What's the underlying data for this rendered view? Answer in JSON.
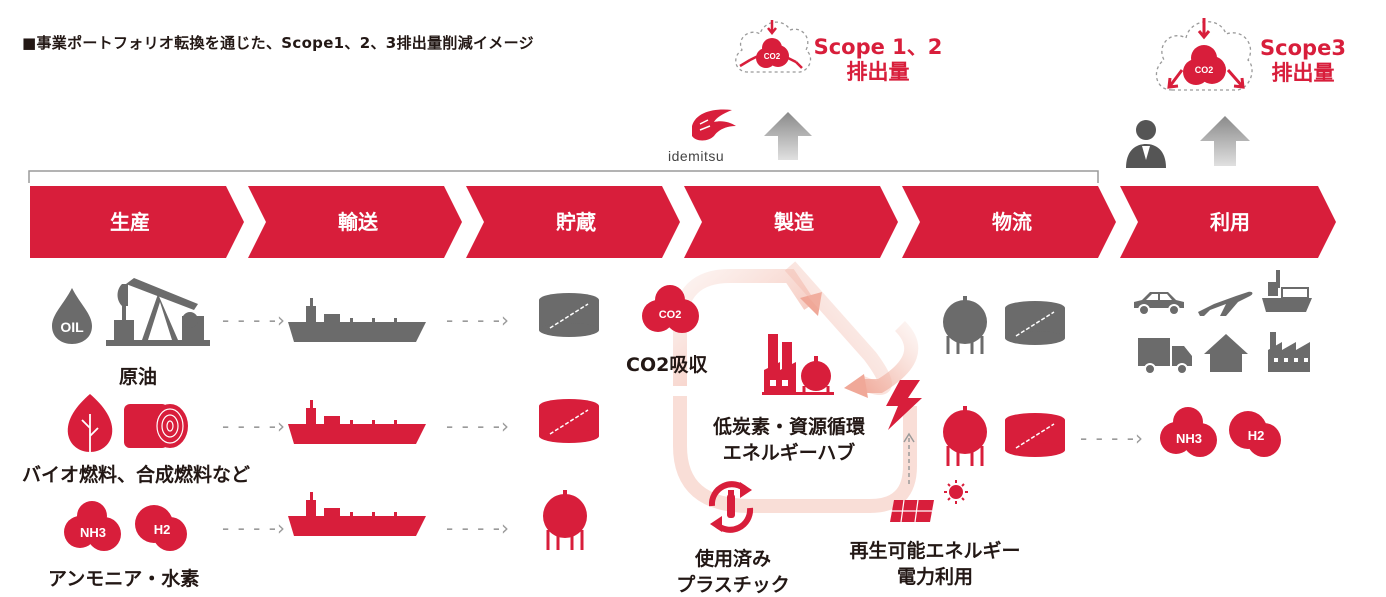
{
  "title": "■事業ポートフォリオ転換を通じた、Scope1、2、3排出量削減イメージ",
  "colors": {
    "brand_red": "#d81e3b",
    "gray": "#6b6b6b",
    "light_gray": "#c9c9c9"
  },
  "brand": {
    "logo_text": "idemitsu"
  },
  "scope12": {
    "line1": "Scope 1、2",
    "line2": "排出量",
    "co2": "CO2"
  },
  "scope3": {
    "line1": "Scope3",
    "line2": "排出量",
    "co2": "CO2"
  },
  "stages": [
    {
      "label": "生産"
    },
    {
      "label": "輸送"
    },
    {
      "label": "貯蔵"
    },
    {
      "label": "製造"
    },
    {
      "label": "物流"
    },
    {
      "label": "利用"
    }
  ],
  "rows": {
    "crude": {
      "label": "原油",
      "oil_badge": "OIL"
    },
    "bio": {
      "label": "バイオ燃料、合成燃料など"
    },
    "ammonia": {
      "label": "アンモニア・水素",
      "nh3": "NH3",
      "h2": "H2"
    }
  },
  "center": {
    "co2_label": "CO2吸収",
    "co2_badge": "CO2",
    "hub_line1": "低炭素・資源循環",
    "hub_line2": "エネルギーハブ",
    "plastic_line1": "使用済み",
    "plastic_line2": "プラスチック",
    "renew_line1": "再生可能エネルギー",
    "renew_line2": "電力利用"
  },
  "use": {
    "nh3": "NH3",
    "h2": "H2"
  },
  "icons": [
    "oil-drop-icon",
    "pump-jack-icon",
    "leaf-icon",
    "log-icon",
    "tanker-ship-icon",
    "storage-tank-icon",
    "spherical-tank-icon",
    "factory-icon",
    "lightning-icon",
    "recycle-bottle-icon",
    "solar-panel-icon",
    "car-icon",
    "airplane-icon",
    "cargo-ship-icon",
    "truck-icon",
    "house-icon",
    "industrial-plant-icon",
    "person-icon",
    "upload-arrow-icon"
  ]
}
